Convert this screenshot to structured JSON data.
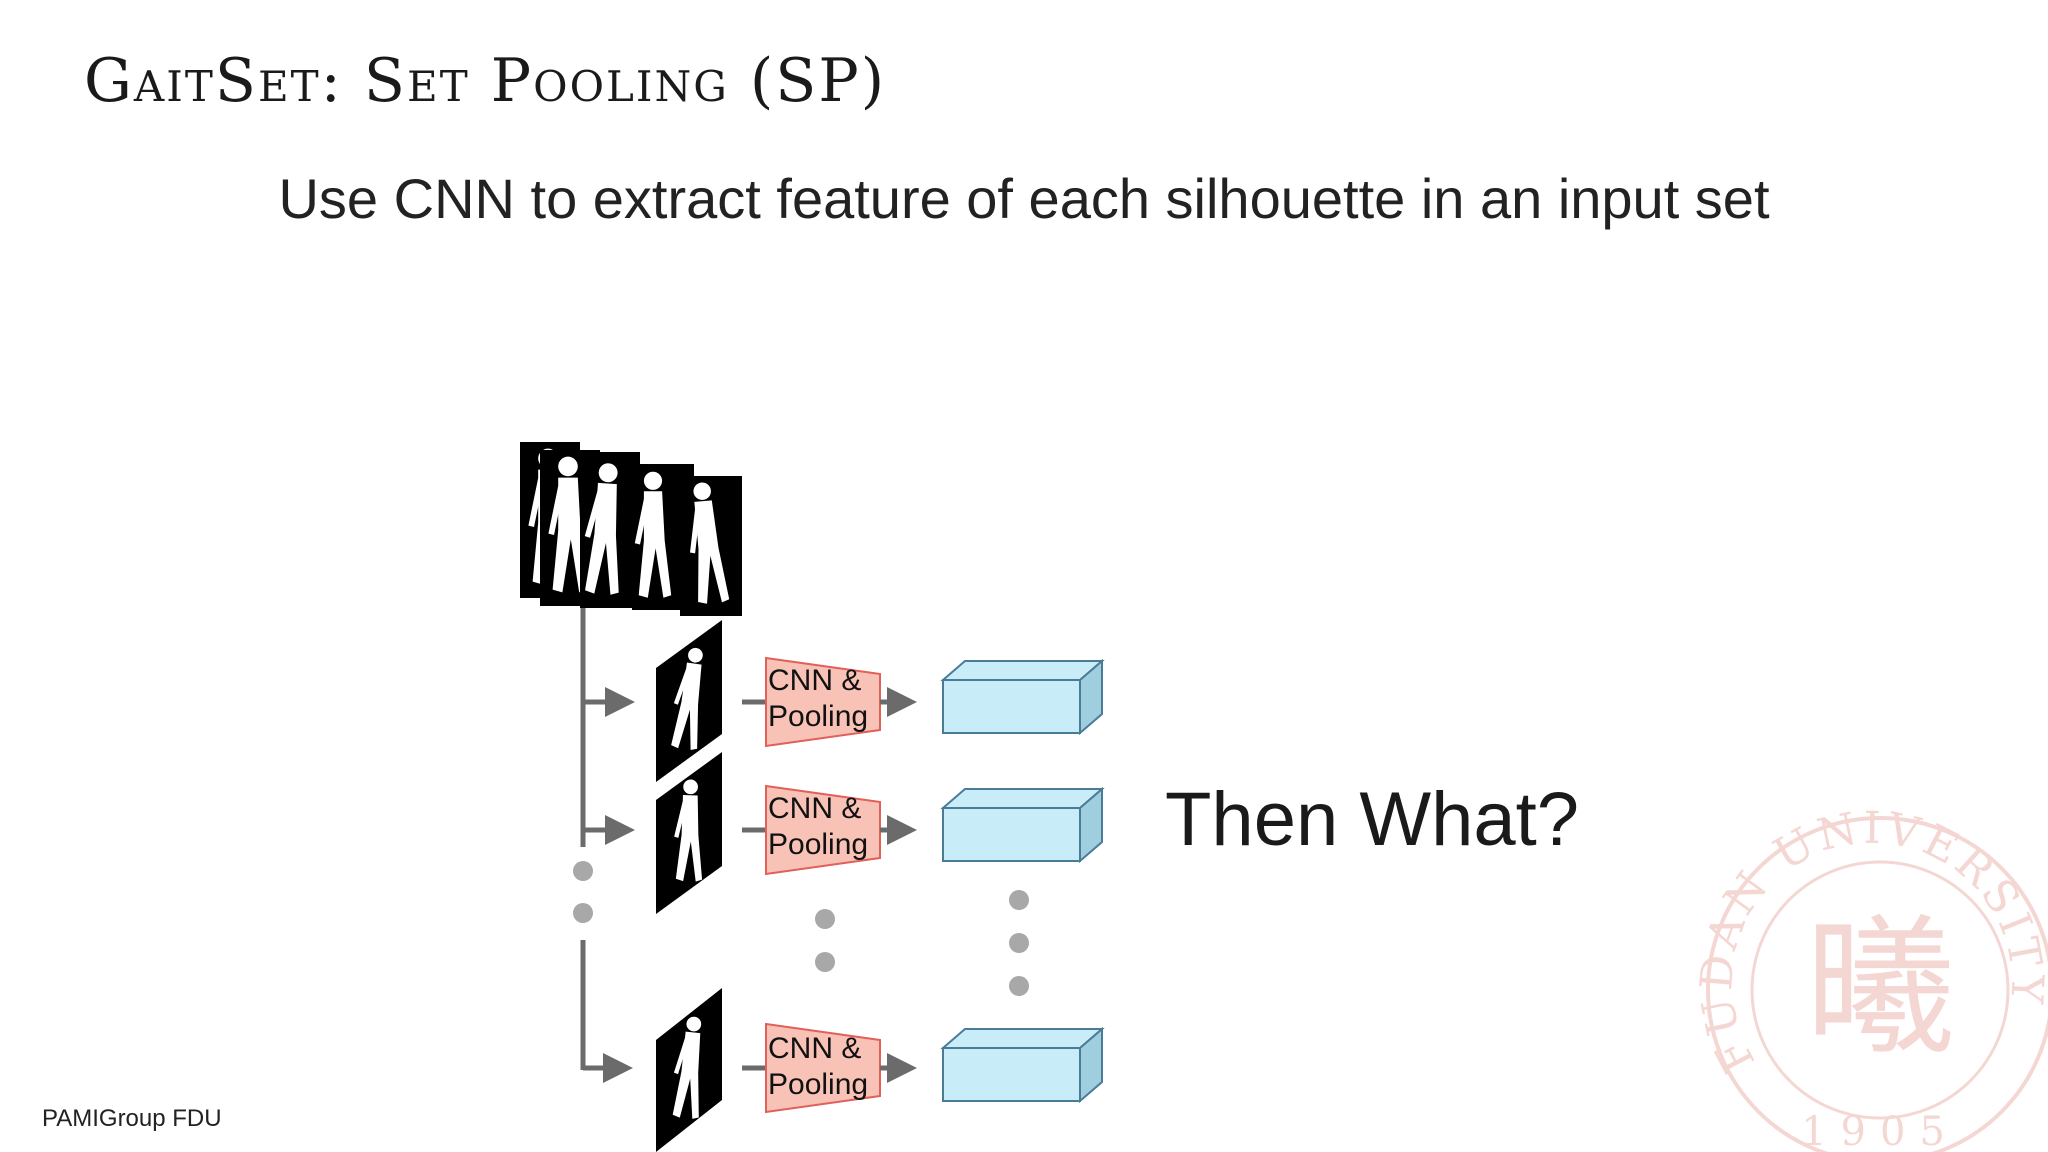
{
  "title": "GaitSet: Set Pooling (SP)",
  "subtitle": "Use CNN to extract feature of each silhouette in an input set",
  "question": "Then What?",
  "footer": "PAMIGroup FDU",
  "blocks": [
    {
      "line1": "CNN &",
      "line2": "Pooling"
    },
    {
      "line1": "CNN &",
      "line2": "Pooling"
    },
    {
      "line1": "CNN &",
      "line2": "Pooling"
    }
  ],
  "watermark": {
    "text": "FUDAN UNIVERSITY",
    "year": "1905",
    "glyph": "曦"
  },
  "colors": {
    "cnn_fill": "#f9c2b7",
    "cnn_stroke": "#e0605a",
    "feature_fill": "#c8edf8",
    "feature_stroke": "#4a7b97",
    "arrow": "#6b6b6b",
    "dots": "#a8a8a8",
    "seal": "#d24b3a"
  }
}
